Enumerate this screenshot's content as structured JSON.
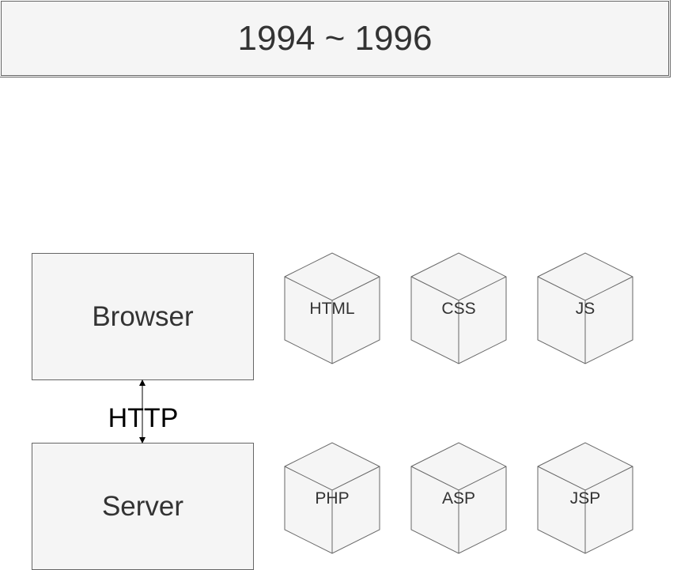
{
  "title": "1994 ~ 1996",
  "nodes": {
    "browser": "Browser",
    "server": "Server"
  },
  "connector": {
    "label": "HTTP"
  },
  "client_tech": [
    "HTML",
    "CSS",
    "JS"
  ],
  "server_tech": [
    "PHP",
    "ASP",
    "JSP"
  ],
  "colors": {
    "fill": "#f5f5f5",
    "stroke": "#666666",
    "text": "#333333"
  }
}
